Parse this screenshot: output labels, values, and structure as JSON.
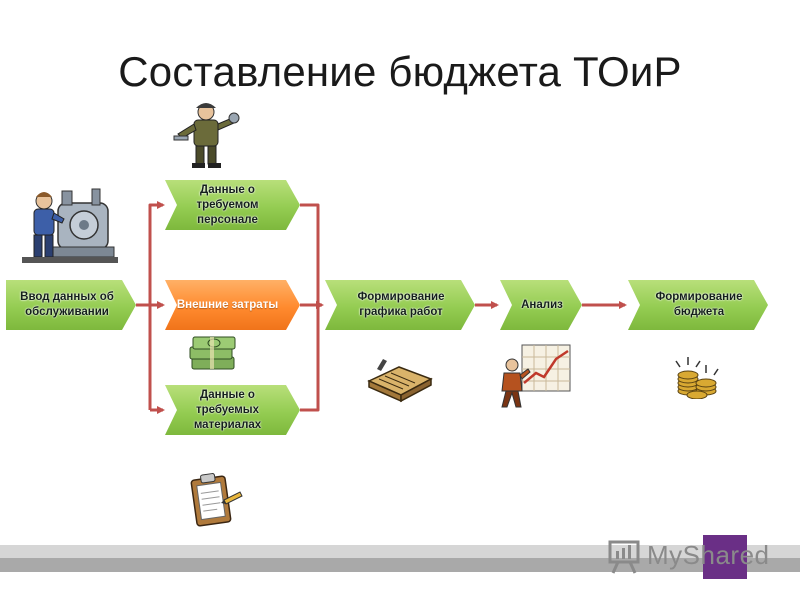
{
  "title": "Составление бюджета ТОиР",
  "nodes": {
    "input": "Ввод данных об обслуживании",
    "staff": "Данные о требуемом персонале",
    "external": "Внешние затраты",
    "materials": "Данные о требуемых материалах",
    "schedule": "Формирование графика работ",
    "analysis": "Анализ",
    "budget": "Формирование бюджета"
  },
  "watermark": {
    "brand": "MyShared"
  },
  "colors": {
    "node_green": "#94cc52",
    "node_orange": "#ff8a2e",
    "connector": "#c0504d"
  },
  "icons": {
    "mechanic": "mechanic-clipart-icon",
    "machine": "machine-operator-clipart-icon",
    "money": "money-stack-clipart-icon",
    "clipboard": "clipboard-clipart-icon",
    "planner": "planner-book-clipart-icon",
    "chart": "analyst-chart-clipart-icon",
    "coins": "coin-stacks-clipart-icon"
  }
}
